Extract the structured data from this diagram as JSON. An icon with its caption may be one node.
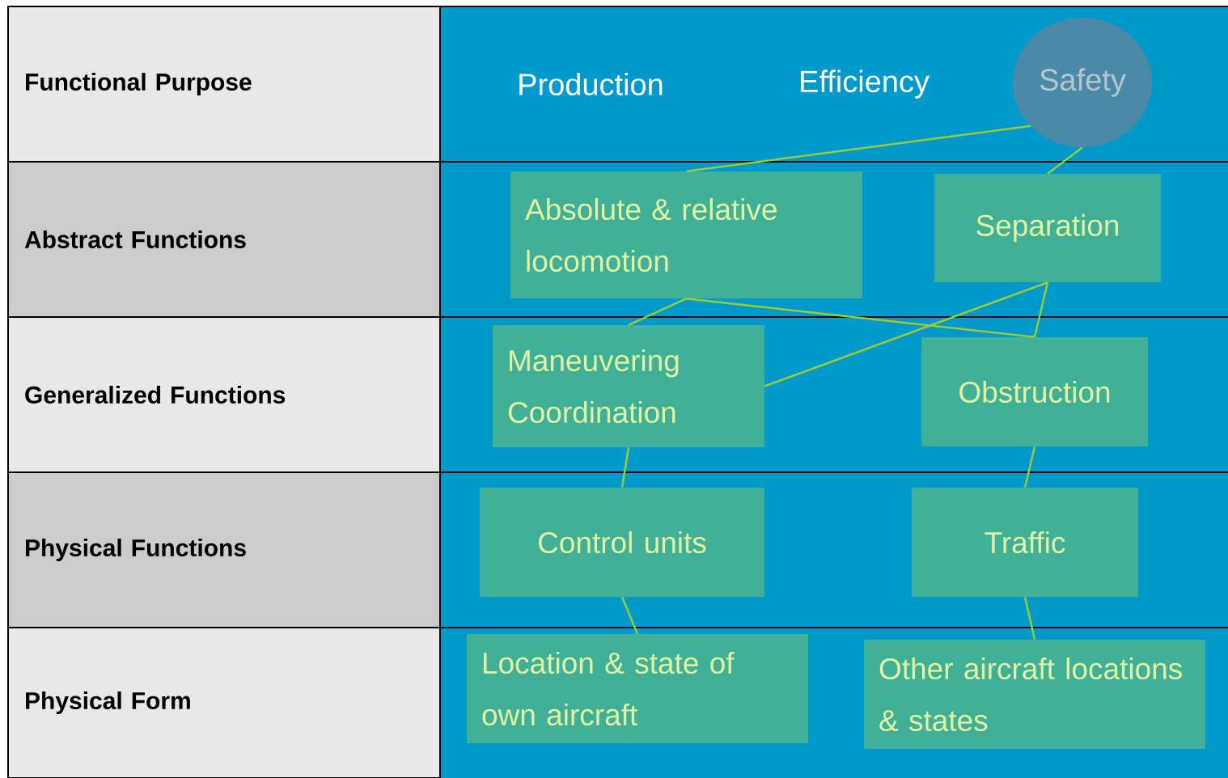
{
  "diagram": {
    "nodes": [
      {
        "text": [
          "Functional Purpose"
        ]
      },
      {
        "text": [
          "Abstract Functions"
        ]
      },
      {
        "text": [
          "Generalized Functions"
        ]
      },
      {
        "text": [
          "Physical Functions"
        ]
      },
      {
        "text": [
          "Physical Form"
        ]
      },
      {
        "text": [
          "Safety"
        ]
      },
      {
        "text": [
          "Absolute & relative locomotion"
        ]
      },
      {
        "text": [
          "Separation"
        ]
      },
      {
        "text": [
          "Maneuvering Coordination"
        ]
      },
      {
        "text": [
          "Obstruction"
        ]
      },
      {
        "text": [
          "Control units"
        ]
      },
      {
        "text": [
          "Traffic"
        ]
      },
      {
        "text": [
          "Location & state of own aircraft"
        ]
      },
      {
        "text": [
          "Other aircraft locations & states"
        ]
      }
    ],
    "edges": [
      {
        "from": 5,
        "to": 6,
        "arrow": "none"
      },
      {
        "from": 5,
        "to": 7,
        "arrow": "none"
      },
      {
        "from": 6,
        "to": 8,
        "arrow": "none"
      },
      {
        "from": 6,
        "to": 9,
        "arrow": "none"
      },
      {
        "from": 7,
        "to": 8,
        "arrow": "none"
      },
      {
        "from": 7,
        "to": 9,
        "arrow": "none"
      },
      {
        "from": 8,
        "to": 10,
        "arrow": "none"
      },
      {
        "from": 9,
        "to": 11,
        "arrow": "none"
      },
      {
        "from": 10,
        "to": 12,
        "arrow": "none"
      },
      {
        "from": 11,
        "to": 13,
        "arrow": "none"
      }
    ],
    "labels": [
      "Production",
      "Efficiency"
    ]
  }
}
